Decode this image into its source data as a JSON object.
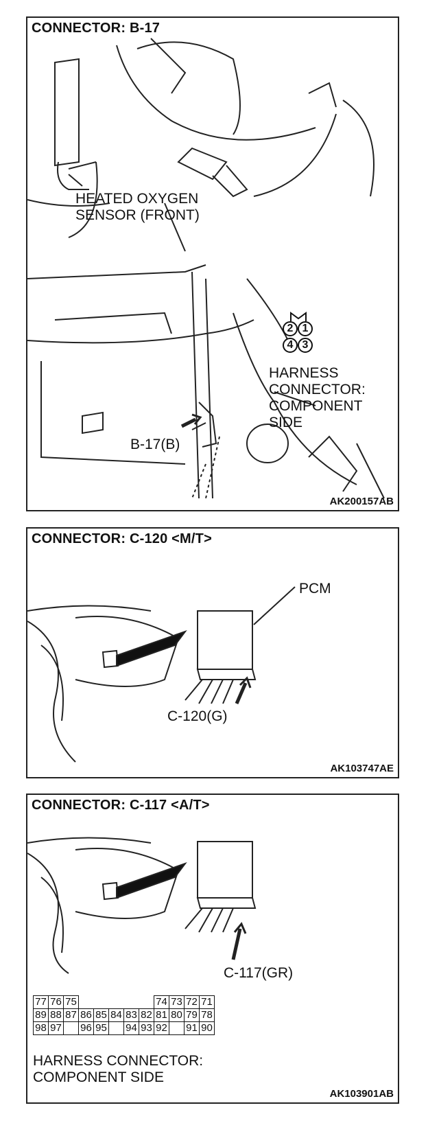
{
  "panel1": {
    "title": "CONNECTOR: B-17",
    "sensor_label": "HEATED OXYGEN\nSENSOR (FRONT)",
    "connector_label": "HARNESS\nCONNECTOR:\nCOMPONENT\nSIDE",
    "callout": "B-17(B)",
    "pins": [
      "2",
      "1",
      "4",
      "3"
    ],
    "code": "AK200157AB"
  },
  "panel2": {
    "title": "CONNECTOR: C-120 <M/T>",
    "pcm_label": "PCM",
    "callout": "C-120(G)",
    "code": "AK103747AE"
  },
  "panel3": {
    "title": "CONNECTOR: C-117 <A/T>",
    "callout": "C-117(GR)",
    "grid_rows": [
      [
        "77",
        "76",
        "75",
        "",
        "",
        "",
        "",
        "",
        "74",
        "73",
        "72",
        "71"
      ],
      [
        "89",
        "88",
        "87",
        "86",
        "85",
        "84",
        "83",
        "82",
        "81",
        "80",
        "79",
        "78"
      ],
      [
        "98",
        "97",
        "",
        "96",
        "95",
        "",
        "94",
        "93",
        "92",
        "",
        "91",
        "90"
      ]
    ],
    "connector_label": "HARNESS CONNECTOR:\nCOMPONENT SIDE",
    "code": "AK103901AB"
  }
}
